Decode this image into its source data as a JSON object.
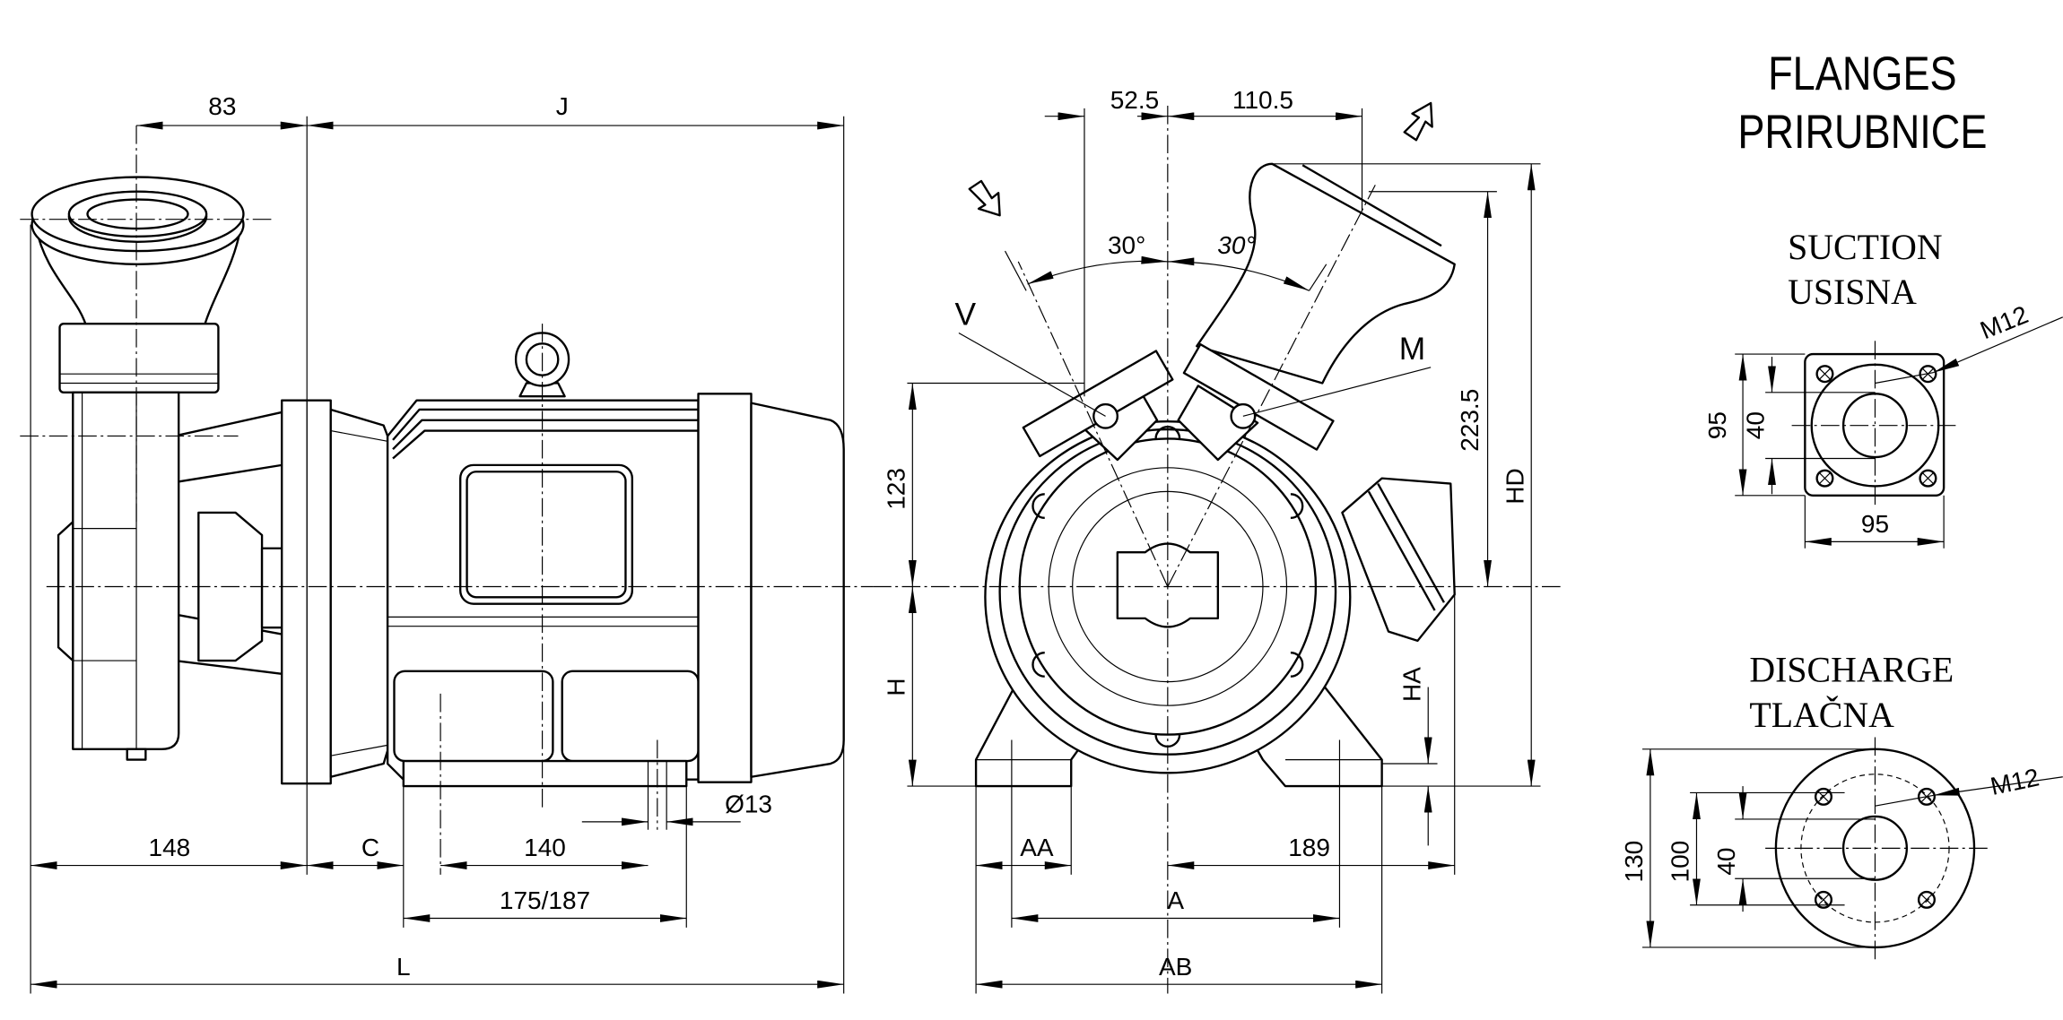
{
  "side_view": {
    "dim_83": "83",
    "dim_J": "J",
    "dim_148": "148",
    "dim_C": "C",
    "dim_140": "140",
    "dim_175_187": "175/187",
    "dim_L": "L",
    "dim_hole": "Ø13"
  },
  "front_view": {
    "dim_52_5": "52.5",
    "dim_110_5": "110.5",
    "angle_left": "30°",
    "angle_right": "30°",
    "label_V": "V",
    "label_M": "M",
    "dim_123": "123",
    "dim_H": "H",
    "dim_223_5": "223.5",
    "dim_HD": "HD",
    "dim_HA": "HA",
    "dim_AA": "AA",
    "dim_189": "189",
    "dim_A": "A",
    "dim_AB": "AB"
  },
  "flanges": {
    "title_en": "FLANGES",
    "title_local": "PRIRUBNICE",
    "suction": {
      "title_en": "SUCTION",
      "title_local": "USISNA",
      "dim_height": "95",
      "dim_inner": "40",
      "dim_width": "95",
      "thread": "M12"
    },
    "discharge": {
      "title_en": "DISCHARGE",
      "title_local": "TLAČNA",
      "dim_outer": "130",
      "dim_bolt_circle": "100",
      "dim_inner": "40",
      "thread": "M12"
    }
  }
}
